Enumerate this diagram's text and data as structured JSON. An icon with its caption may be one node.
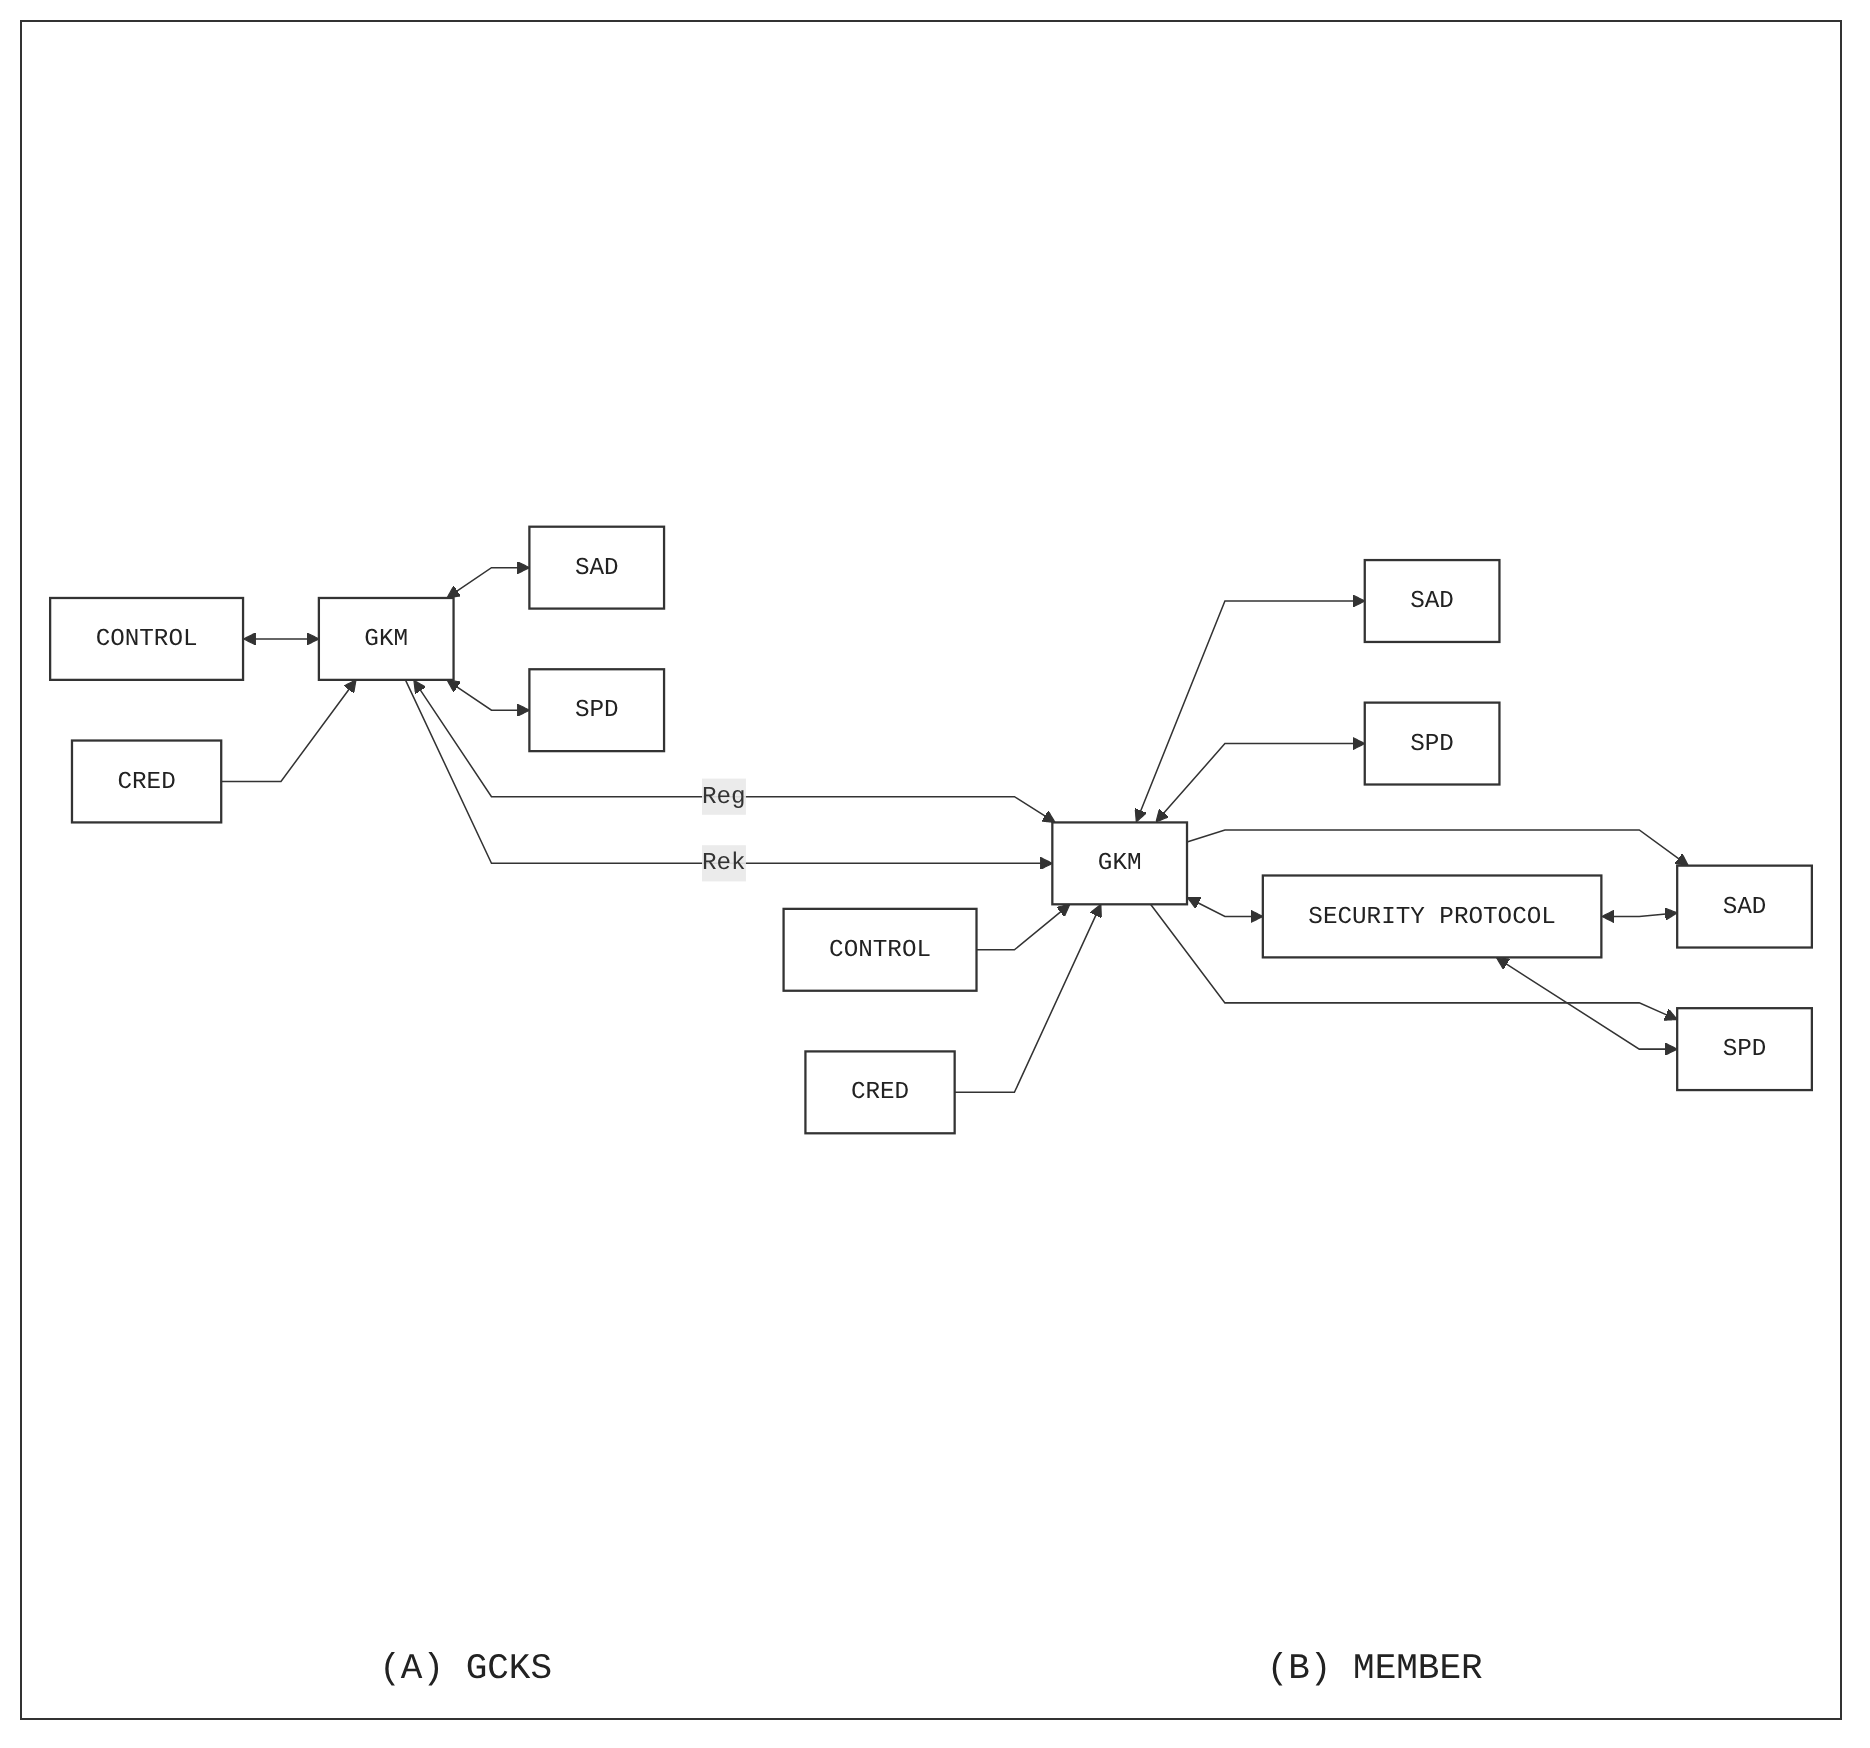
{
  "diagram": {
    "nodes": [
      {
        "text": [
          "CONTROL"
        ]
      },
      {
        "text": [
          "GKM"
        ]
      },
      {
        "text": [
          "CRED"
        ]
      },
      {
        "text": [
          "SAD"
        ]
      },
      {
        "text": [
          "SPD"
        ]
      },
      {
        "text": [
          "CONTROL"
        ]
      },
      {
        "text": [
          "CRED"
        ]
      },
      {
        "text": [
          "GKM"
        ]
      },
      {
        "text": [
          "SAD"
        ]
      },
      {
        "text": [
          "SPD"
        ]
      },
      {
        "text": [
          "SECURITY PROTOCOL"
        ]
      },
      {
        "text": [
          "SAD"
        ]
      },
      {
        "text": [
          "SPD"
        ]
      }
    ],
    "edges": [
      {
        "from": 0,
        "to": 1,
        "arrow": "both"
      },
      {
        "from": 1,
        "to": 7,
        "label": "Reg",
        "arrow": "both"
      },
      {
        "from": 1,
        "to": 7,
        "label": "Rek",
        "arrow": "to"
      },
      {
        "from": 2,
        "to": 1,
        "arrow": "to"
      },
      {
        "from": 1,
        "to": 3,
        "arrow": "both"
      },
      {
        "from": 1,
        "to": 4,
        "arrow": "both"
      },
      {
        "from": 5,
        "to": 7,
        "arrow": "to"
      },
      {
        "from": 6,
        "to": 7,
        "arrow": "to"
      },
      {
        "from": 7,
        "to": 8,
        "arrow": "both"
      },
      {
        "from": 7,
        "to": 9,
        "arrow": "both"
      },
      {
        "from": 7,
        "to": 10,
        "arrow": "both"
      },
      {
        "from": 7,
        "to": 11,
        "arrow": "to"
      },
      {
        "from": 7,
        "to": 12,
        "arrow": "to"
      },
      {
        "from": 10,
        "to": 11,
        "arrow": "both"
      },
      {
        "from": 10,
        "to": 12,
        "arrow": "both"
      }
    ],
    "labels": [
      "(A) GCKS",
      "(B) MEMBER"
    ]
  }
}
